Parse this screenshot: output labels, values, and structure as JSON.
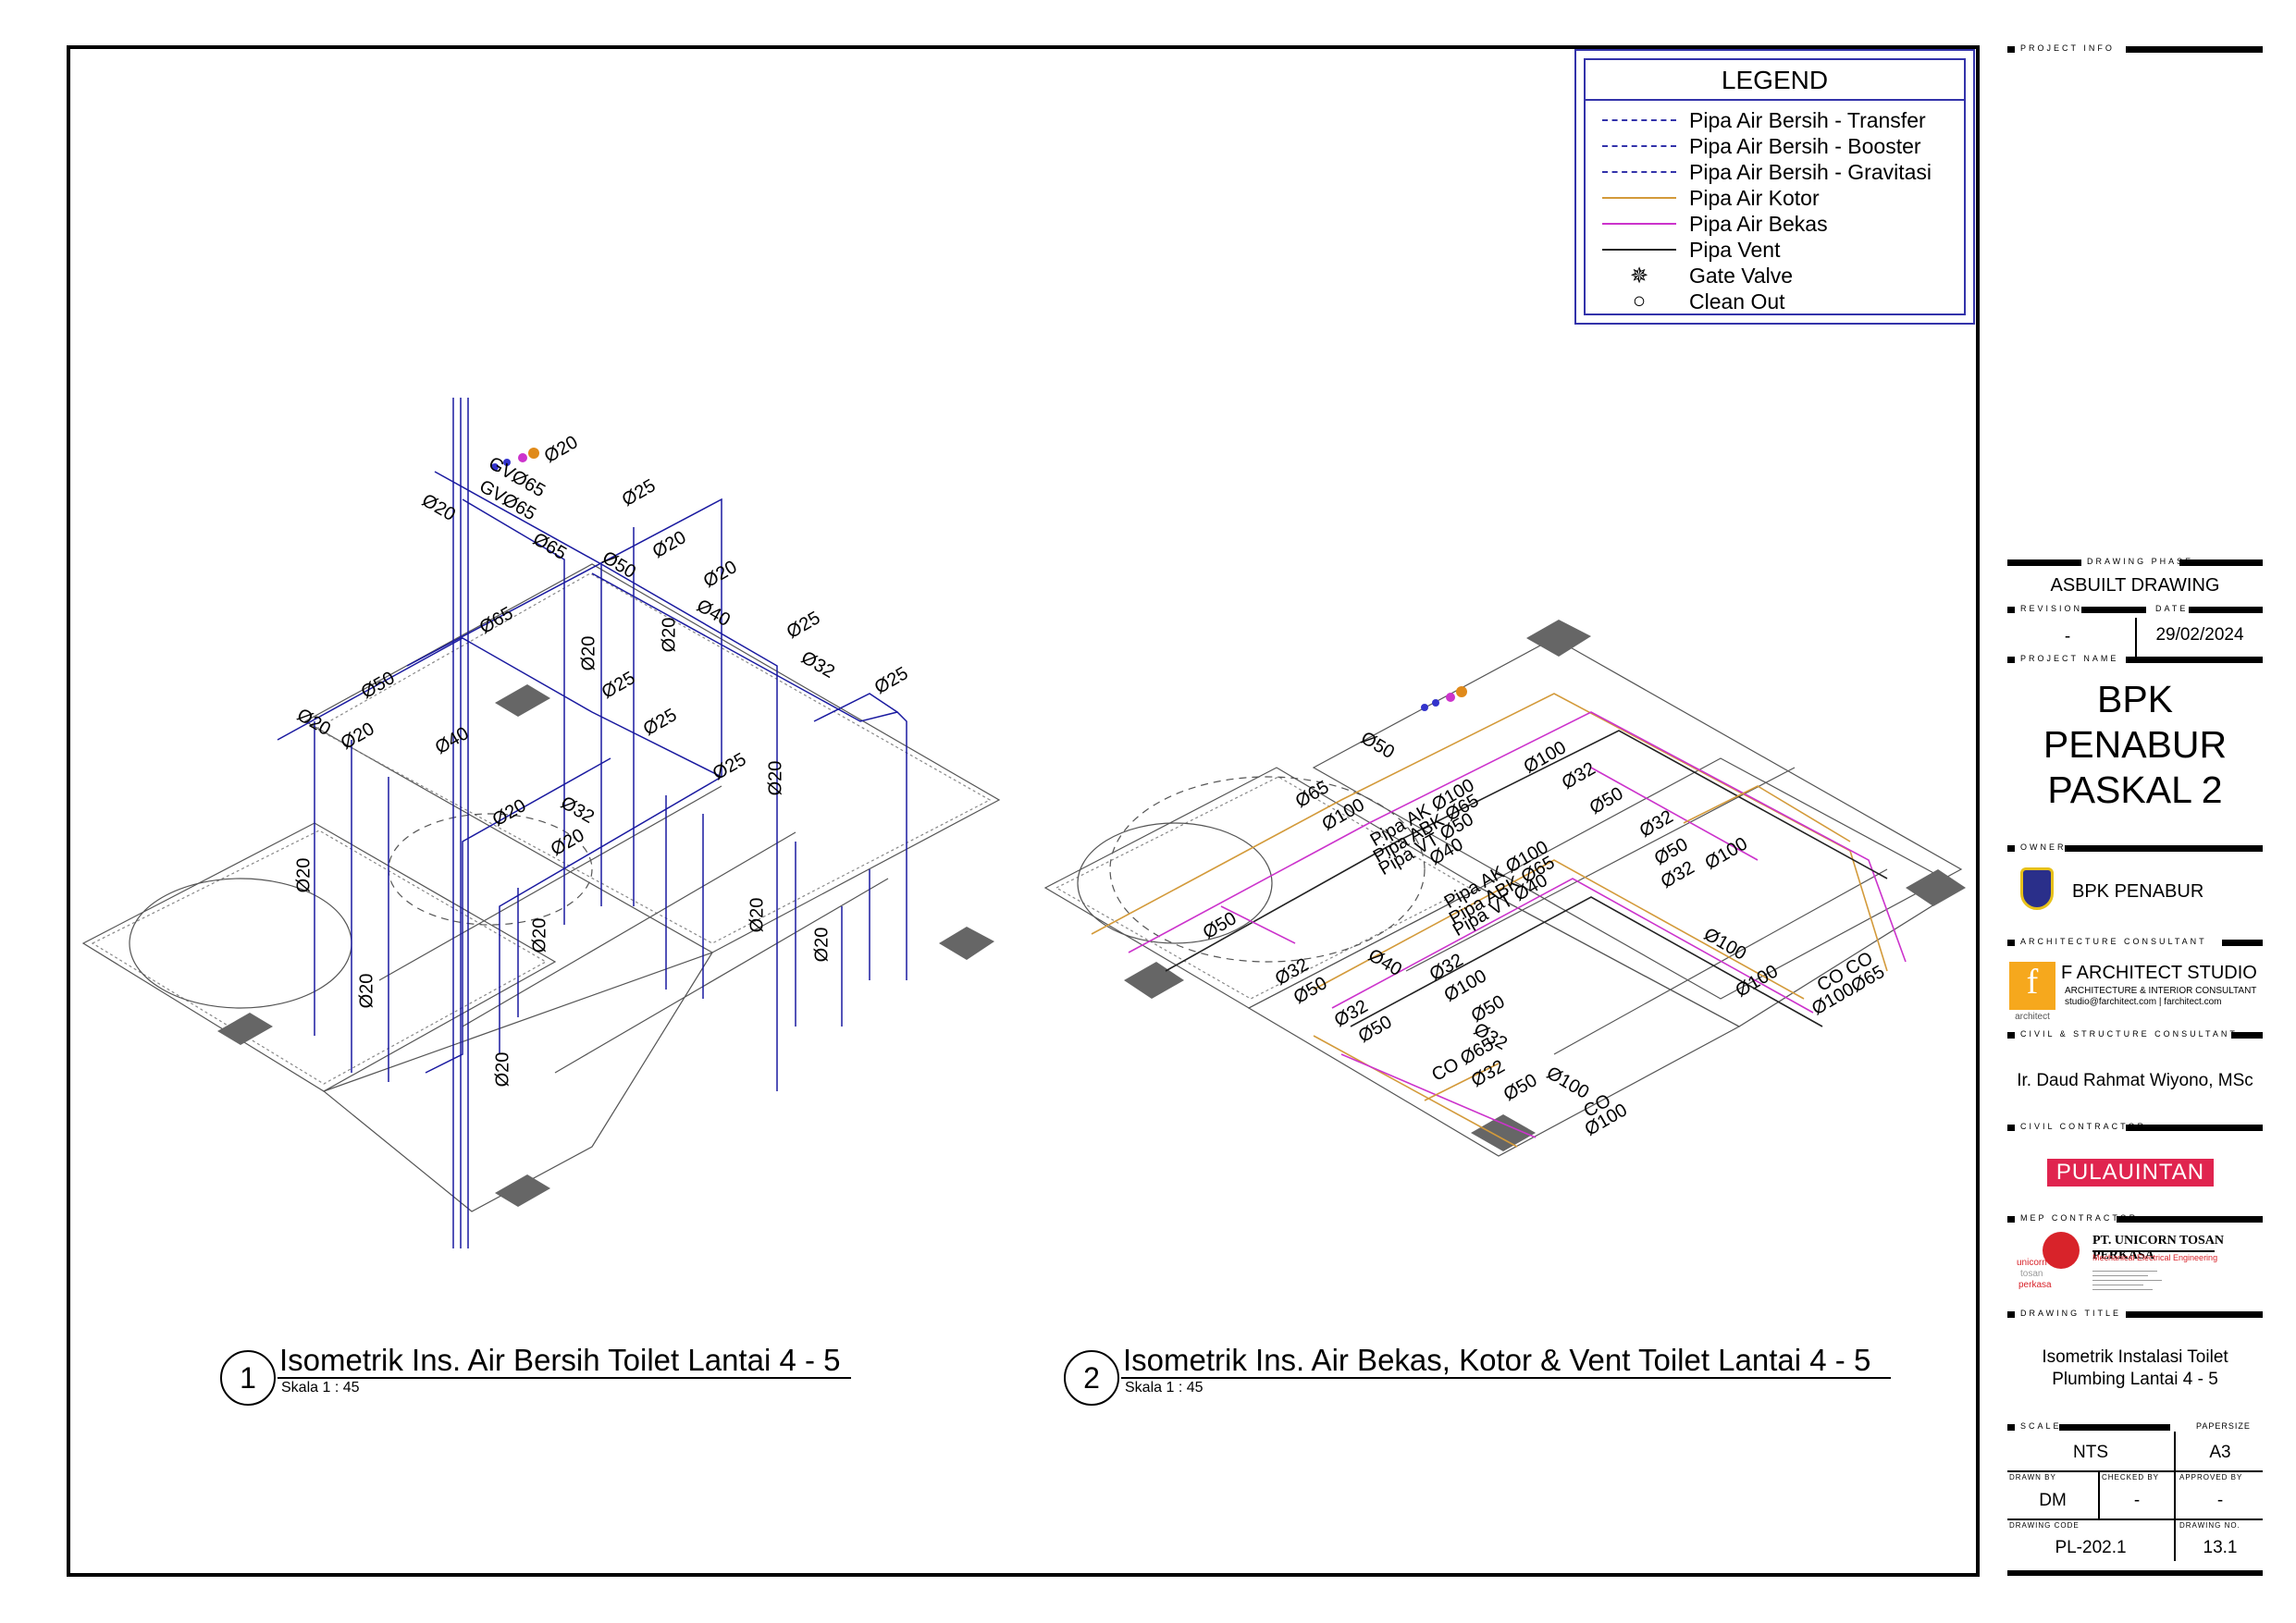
{
  "legend": {
    "title": "LEGEND",
    "items": [
      {
        "label": "Pipa Air Bersih - Transfer",
        "style": "dashed",
        "color": "#3333aa"
      },
      {
        "label": "Pipa Air Bersih - Booster",
        "style": "dashed",
        "color": "#3333aa"
      },
      {
        "label": "Pipa Air Bersih - Gravitasi",
        "style": "dashed",
        "color": "#3333aa"
      },
      {
        "label": "Pipa Air Kotor",
        "style": "solid",
        "color": "#d39a3a"
      },
      {
        "label": "Pipa Air Bekas",
        "style": "solid",
        "color": "#cc33cc"
      },
      {
        "label": "Pipa Vent",
        "style": "solid",
        "color": "#222222"
      },
      {
        "label": "Gate Valve",
        "symbol": "gate-valve-icon"
      },
      {
        "label": "Clean Out",
        "symbol": "clean-out-icon"
      }
    ]
  },
  "drawings": [
    {
      "number": "1",
      "title": "Isometrik Ins. Air Bersih Toilet Lantai 4 - 5",
      "scale": "Skala 1 : 45",
      "dimension_labels": [
        "Ø20",
        "GVØ65",
        "GVØ65",
        "Ø20",
        "Ø25",
        "Ø65",
        "Ø50",
        "Ø20",
        "Ø20",
        "Ø40",
        "Ø65",
        "Ø20",
        "Ø20",
        "Ø25",
        "Ø32",
        "Ø25",
        "Ø50",
        "Ø20",
        "Ø20",
        "Ø40",
        "Ø25",
        "Ø25",
        "Ø20",
        "Ø25",
        "Ø32",
        "Ø20",
        "Ø20",
        "Ø20",
        "Ø20",
        "Ø20",
        "Ø20",
        "Ø20",
        "Ø20"
      ]
    },
    {
      "number": "2",
      "title": "Isometrik Ins. Air Bekas, Kotor & Vent Toilet Lantai 4 - 5",
      "scale": "Skala 1 : 45",
      "dimension_labels": [
        "Ø50",
        "Ø100",
        "Ø32",
        "Ø65",
        "Ø100",
        "Pipa AK Ø100",
        "Pipa ABK Ø65",
        "Pipa VT Ø50",
        "Ø50",
        "Ø32",
        "Ø40",
        "Pipa AK Ø100",
        "Pipa ABK Ø65",
        "Pipa VT Ø40",
        "Ø50",
        "Ø32",
        "Ø100",
        "Ø50",
        "Ø100",
        "Ø32",
        "Ø50",
        "Ø40",
        "Ø32",
        "Ø100",
        "Ø50",
        "Ø32",
        "Ø50",
        "Ø32",
        "CO Ø65",
        "Ø32",
        "Ø50",
        "Ø100",
        "CO",
        "Ø100",
        "Ø100",
        "CO CO",
        "Ø100Ø65"
      ]
    }
  ],
  "title_block": {
    "project_info_label": "PROJECT INFO",
    "drawing_phase_label": "DRAWING PHASE",
    "drawing_phase": "ASBUILT DRAWING",
    "revision_label": "REVISION",
    "revision": "-",
    "date_label": "DATE",
    "date": "29/02/2024",
    "project_name_label": "PROJECT NAME",
    "project_name_lines": [
      "BPK",
      "PENABUR",
      "PASKAL 2"
    ],
    "owner_label": "OWNER",
    "owner": "BPK PENABUR",
    "arch_label": "ARCHITECTURE CONSULTANT",
    "arch_name": "F ARCHITECT STUDIO",
    "arch_sub": "ARCHITECTURE & INTERIOR CONSULTANT",
    "arch_contact": "studio@farchitect.com | farchitect.com",
    "arch_logo_letter": "f",
    "arch_logo_text": "architect",
    "civil_label": "CIVIL & STRUCTURE CONSULTANT",
    "civil_name": "Ir. Daud Rahmat Wiyono, MSc",
    "contractor_label": "CIVIL CONTRACTOR",
    "contractor": "PULAUINTAN",
    "mep_label": "MEP CONTRACTOR",
    "mep_name": "PT. UNICORN TOSAN PERKASA",
    "mep_sub": "Mechanical Electrical Engineering",
    "mep_logo_words": [
      "unicorn",
      "tosan",
      "perkasa"
    ],
    "drawing_title_label": "DRAWING TITLE",
    "drawing_title_lines": [
      "Isometrik Instalasi Toilet",
      "Plumbing Lantai 4 - 5"
    ],
    "scale_label": "SCALE",
    "scale": "NTS",
    "paper_label": "PAPERSIZE",
    "paper": "A3",
    "drawn_label": "DRAWN BY",
    "drawn": "DM",
    "checked_label": "CHECKED BY",
    "checked": "-",
    "approved_label": "APPROVED BY",
    "approved": "-",
    "code_label": "DRAWING CODE",
    "code": "PL-202.1",
    "no_label": "DRAWING NO.",
    "no": "13.1"
  }
}
